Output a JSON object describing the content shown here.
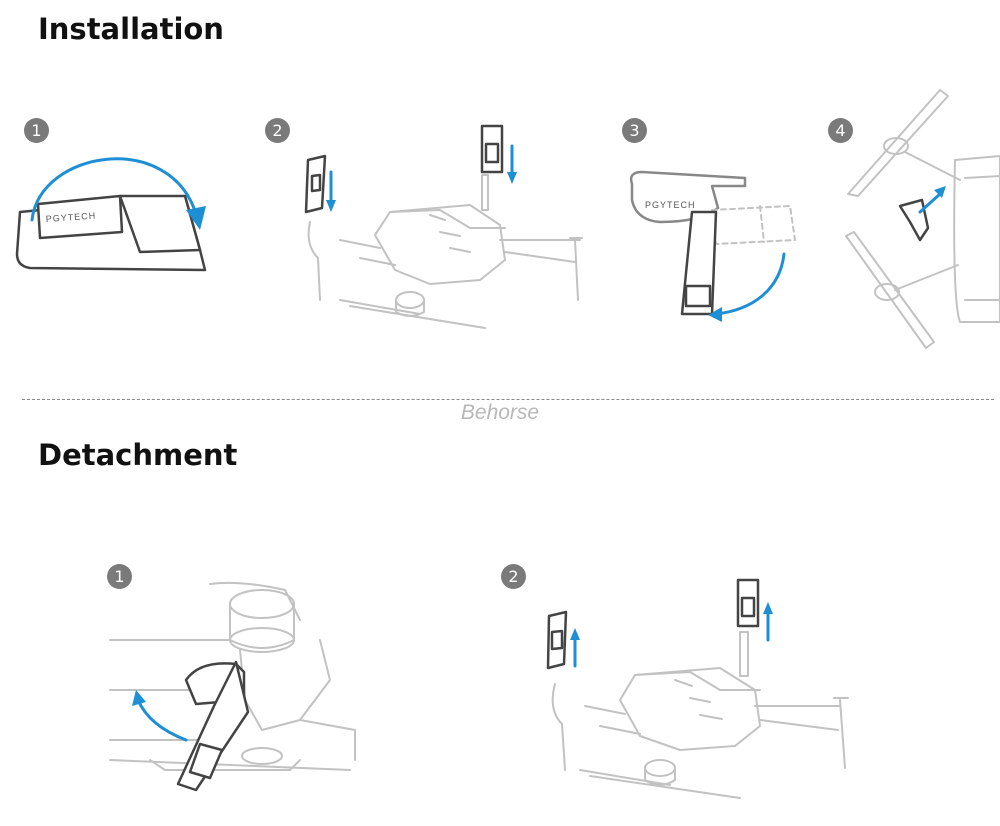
{
  "installation": {
    "title": "Installation",
    "steps": [
      "1",
      "2",
      "3",
      "4"
    ],
    "logo": "PGYTECH"
  },
  "watermark": "Behorse",
  "detachment": {
    "title": "Detachment",
    "steps": [
      "1",
      "2"
    ]
  },
  "colors": {
    "arrow": "#1e8fd4",
    "outline": "#c2c2c2",
    "part": "#444444",
    "badge": "#7a7a7a"
  },
  "icons": [
    "curved-arrow-icon",
    "down-arrow-icon",
    "up-arrow-icon",
    "drone-icon",
    "landing-gear-icon",
    "propeller-icon"
  ]
}
